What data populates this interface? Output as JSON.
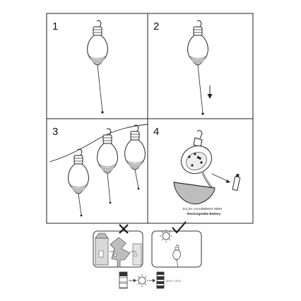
{
  "panels": [
    {
      "number": "1"
    },
    {
      "number": "2"
    },
    {
      "number": "3"
    },
    {
      "number": "4"
    }
  ],
  "battery_label": {
    "line1": "1x1,2V, AAA300MAH NiMH",
    "line2": "Rechargeable Battery"
  },
  "temperature_range": "-20°C~+70°C",
  "icons": [
    "wrong-x-icon",
    "correct-check-icon",
    "sun-icon",
    "battery-icon",
    "arrow-down-icon"
  ]
}
